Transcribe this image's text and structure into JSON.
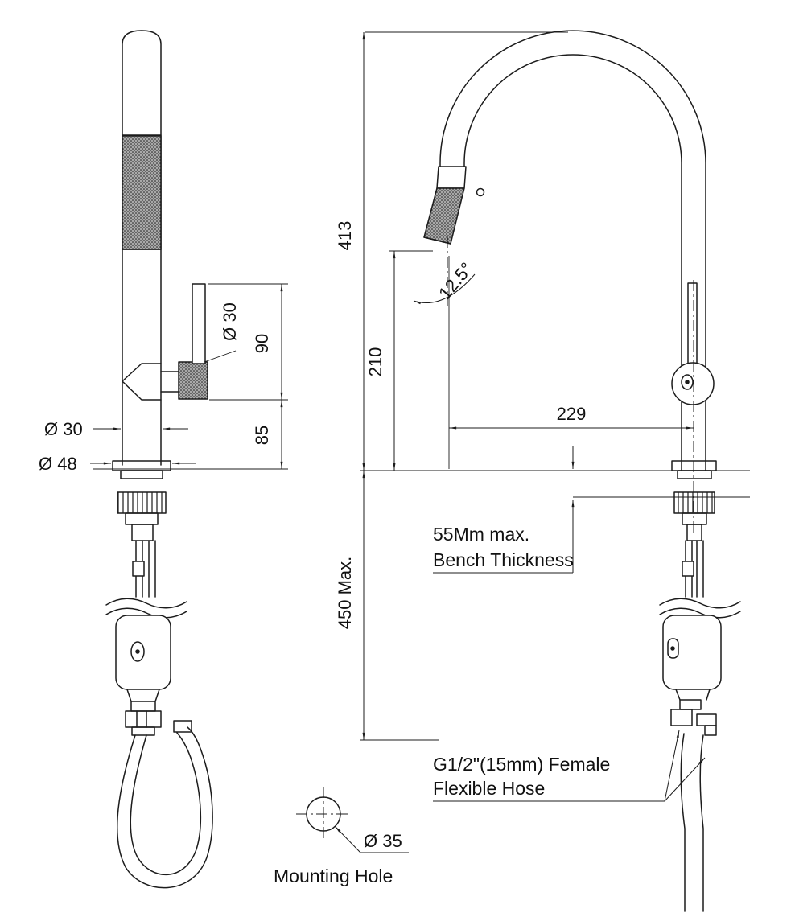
{
  "labels": {
    "dim_413": "413",
    "dim_210": "210",
    "dim_229": "229",
    "dim_90": "90",
    "dim_85": "85",
    "angle_12_5": "12.5°",
    "dia_30_lever": "Ø 30",
    "dia_30_body": "Ø 30",
    "dia_48_base": "Ø 48",
    "dim_450_max": "450 Max.",
    "bench_note_line1": "55Mm max.",
    "bench_note_line2": "Bench Thickness",
    "hose_note_line1": "G1/2\"(15mm) Female",
    "hose_note_line2": "Flexible Hose",
    "dia_35": "Ø 35",
    "mounting_hole": "Mounting Hole"
  },
  "colors": {
    "line": "#1c1c1c",
    "background": "#ffffff"
  }
}
